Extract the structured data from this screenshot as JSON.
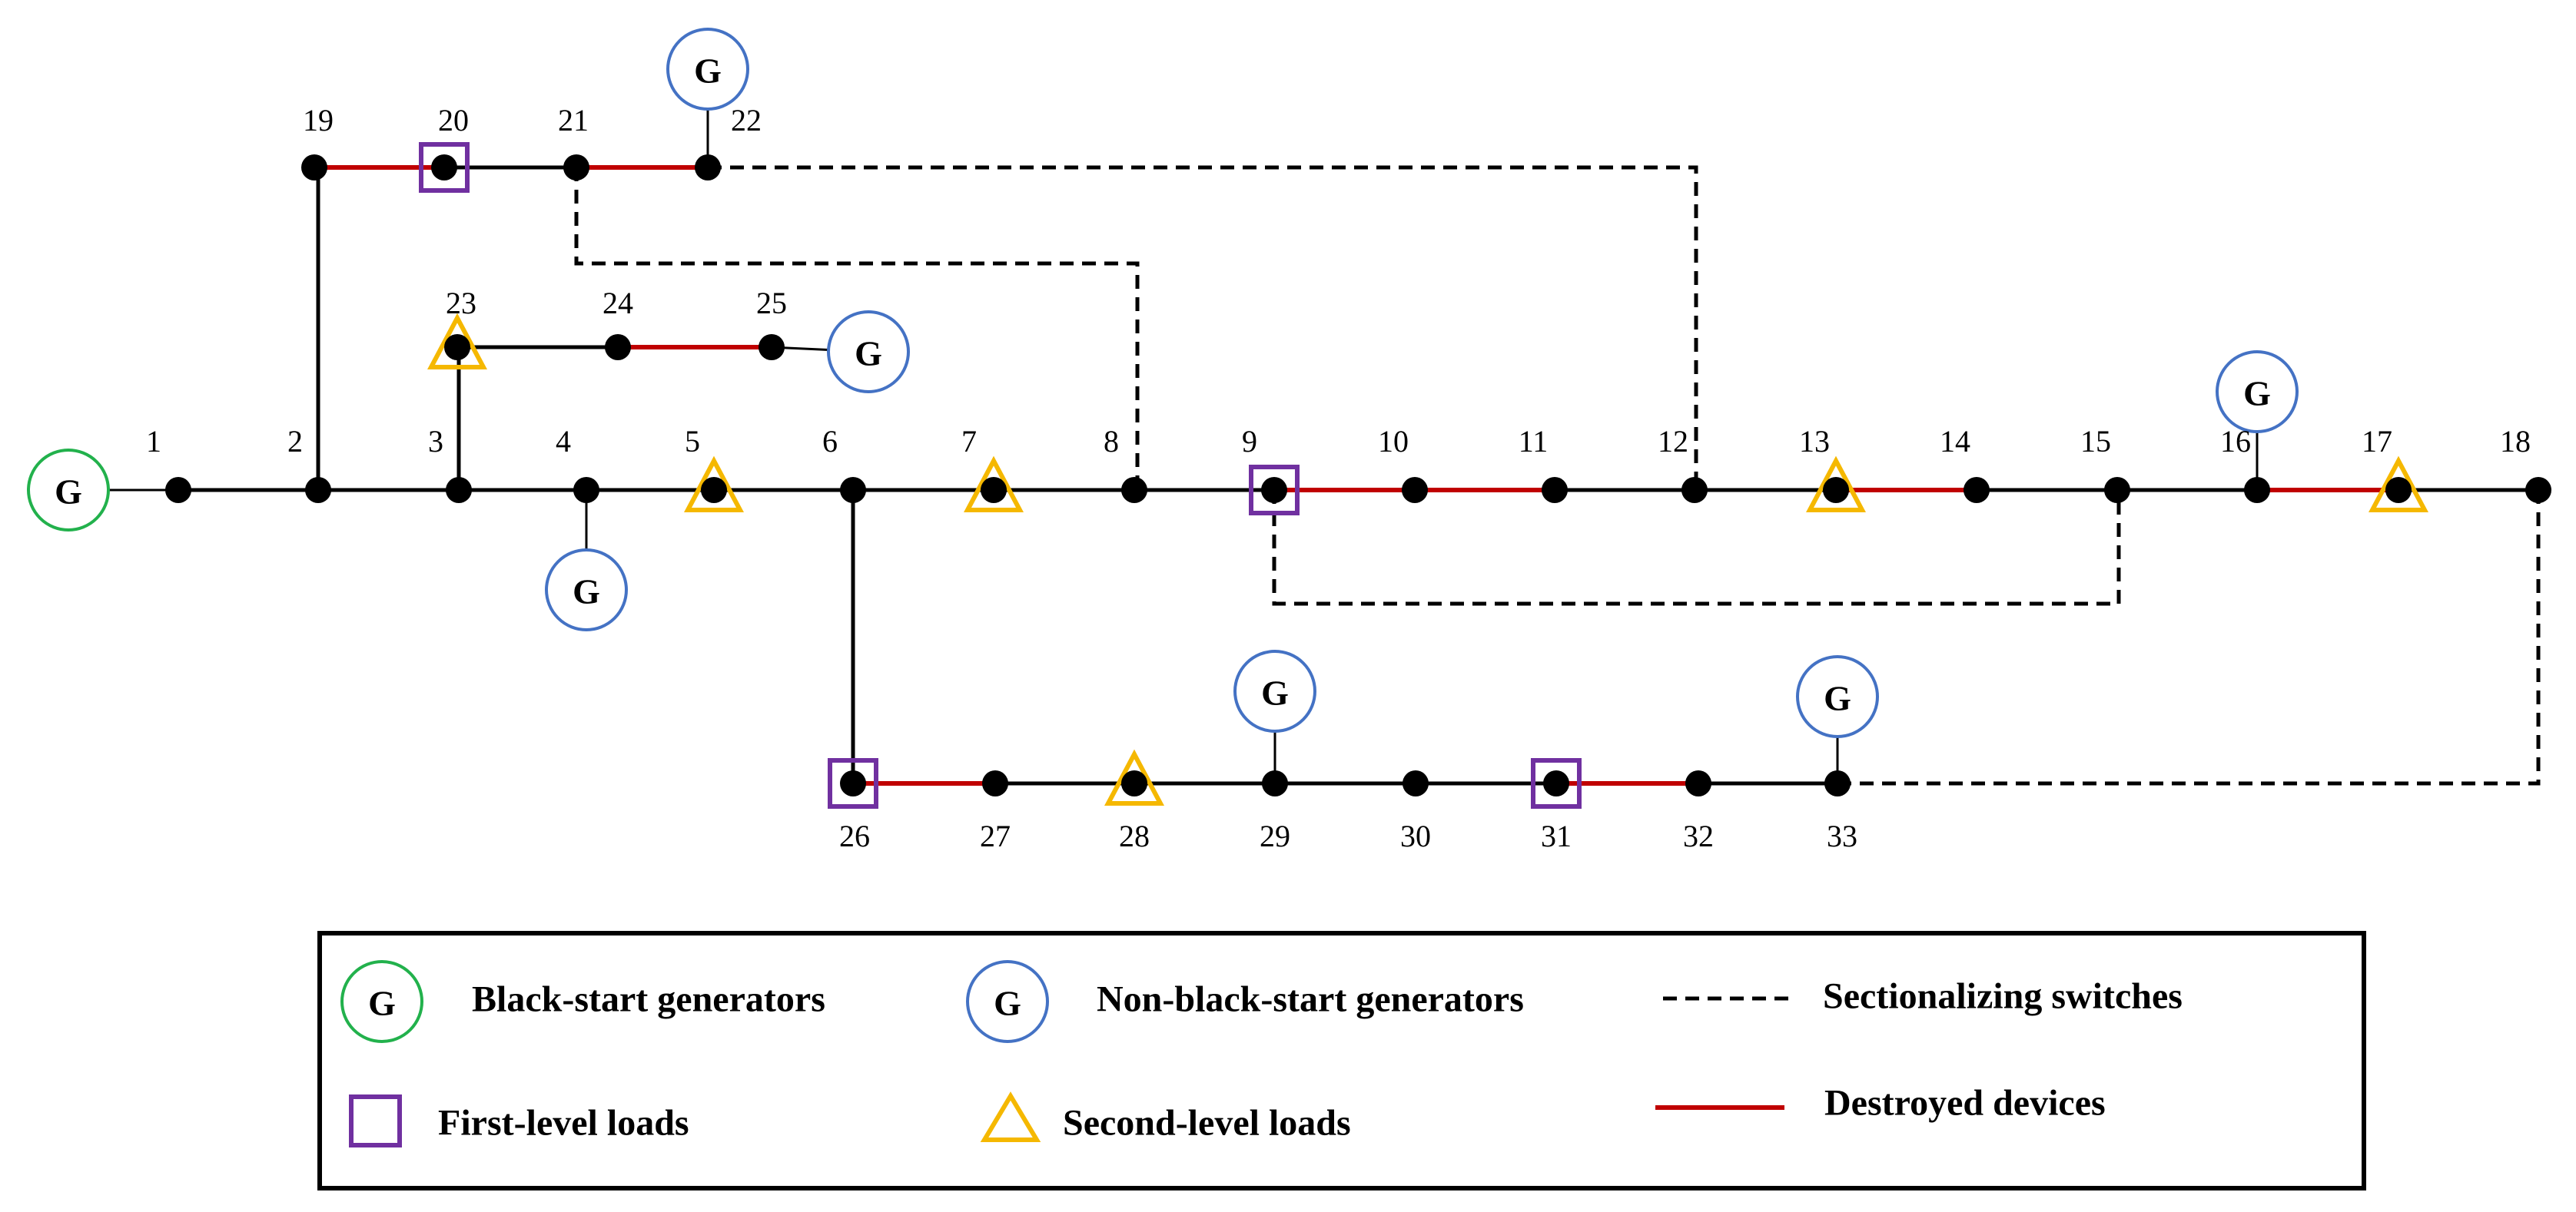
{
  "generator_symbol": "G",
  "colors": {
    "black_start": "#22b14c",
    "non_black_start": "#4472c4",
    "first_level": "#7030a0",
    "second_level": "#f5b800",
    "destroyed": "#c00000",
    "normal": "#000000"
  },
  "buses": [
    "1",
    "2",
    "3",
    "4",
    "5",
    "6",
    "7",
    "8",
    "9",
    "10",
    "11",
    "12",
    "13",
    "14",
    "15",
    "16",
    "17",
    "18",
    "19",
    "20",
    "21",
    "22",
    "23",
    "24",
    "25",
    "26",
    "27",
    "28",
    "29",
    "30",
    "31",
    "32",
    "33"
  ],
  "black_start_generators_at": [
    "1"
  ],
  "non_black_start_generators_at": [
    "4",
    "16",
    "22",
    "25",
    "29",
    "33"
  ],
  "first_level_loads_at": [
    "9",
    "20",
    "26",
    "31"
  ],
  "second_level_loads_at": [
    "5",
    "7",
    "13",
    "17",
    "23",
    "28"
  ],
  "lines": [
    {
      "from": "1",
      "to": "2",
      "status": "normal"
    },
    {
      "from": "2",
      "to": "3",
      "status": "normal"
    },
    {
      "from": "3",
      "to": "4",
      "status": "normal"
    },
    {
      "from": "4",
      "to": "5",
      "status": "normal"
    },
    {
      "from": "5",
      "to": "6",
      "status": "normal"
    },
    {
      "from": "6",
      "to": "7",
      "status": "normal"
    },
    {
      "from": "7",
      "to": "8",
      "status": "normal"
    },
    {
      "from": "8",
      "to": "9",
      "status": "normal"
    },
    {
      "from": "9",
      "to": "10",
      "status": "destroyed"
    },
    {
      "from": "10",
      "to": "11",
      "status": "destroyed"
    },
    {
      "from": "11",
      "to": "12",
      "status": "normal"
    },
    {
      "from": "12",
      "to": "13",
      "status": "normal"
    },
    {
      "from": "13",
      "to": "14",
      "status": "destroyed"
    },
    {
      "from": "14",
      "to": "15",
      "status": "normal"
    },
    {
      "from": "15",
      "to": "16",
      "status": "normal"
    },
    {
      "from": "16",
      "to": "17",
      "status": "destroyed"
    },
    {
      "from": "17",
      "to": "18",
      "status": "normal"
    },
    {
      "from": "2",
      "to": "19",
      "status": "normal"
    },
    {
      "from": "19",
      "to": "20",
      "status": "destroyed"
    },
    {
      "from": "20",
      "to": "21",
      "status": "normal"
    },
    {
      "from": "21",
      "to": "22",
      "status": "destroyed"
    },
    {
      "from": "3",
      "to": "23",
      "status": "normal"
    },
    {
      "from": "23",
      "to": "24",
      "status": "normal"
    },
    {
      "from": "24",
      "to": "25",
      "status": "destroyed"
    },
    {
      "from": "6",
      "to": "26",
      "status": "normal"
    },
    {
      "from": "26",
      "to": "27",
      "status": "destroyed"
    },
    {
      "from": "27",
      "to": "28",
      "status": "normal"
    },
    {
      "from": "28",
      "to": "29",
      "status": "normal"
    },
    {
      "from": "29",
      "to": "30",
      "status": "normal"
    },
    {
      "from": "30",
      "to": "31",
      "status": "normal"
    },
    {
      "from": "31",
      "to": "32",
      "status": "destroyed"
    },
    {
      "from": "32",
      "to": "33",
      "status": "normal"
    }
  ],
  "sectionalizing_switches": [
    {
      "from": "21",
      "to": "8"
    },
    {
      "from": "22",
      "to": "12"
    },
    {
      "from": "9",
      "to": "15"
    },
    {
      "from": "18",
      "to": "33"
    }
  ],
  "legend": {
    "black_start": "Black-start generators",
    "non_black_start": "Non-black-start generators",
    "switches": "Sectionalizing switches",
    "first_level": "First-level loads",
    "second_level": "Second-level loads",
    "destroyed": "Destroyed devices"
  }
}
